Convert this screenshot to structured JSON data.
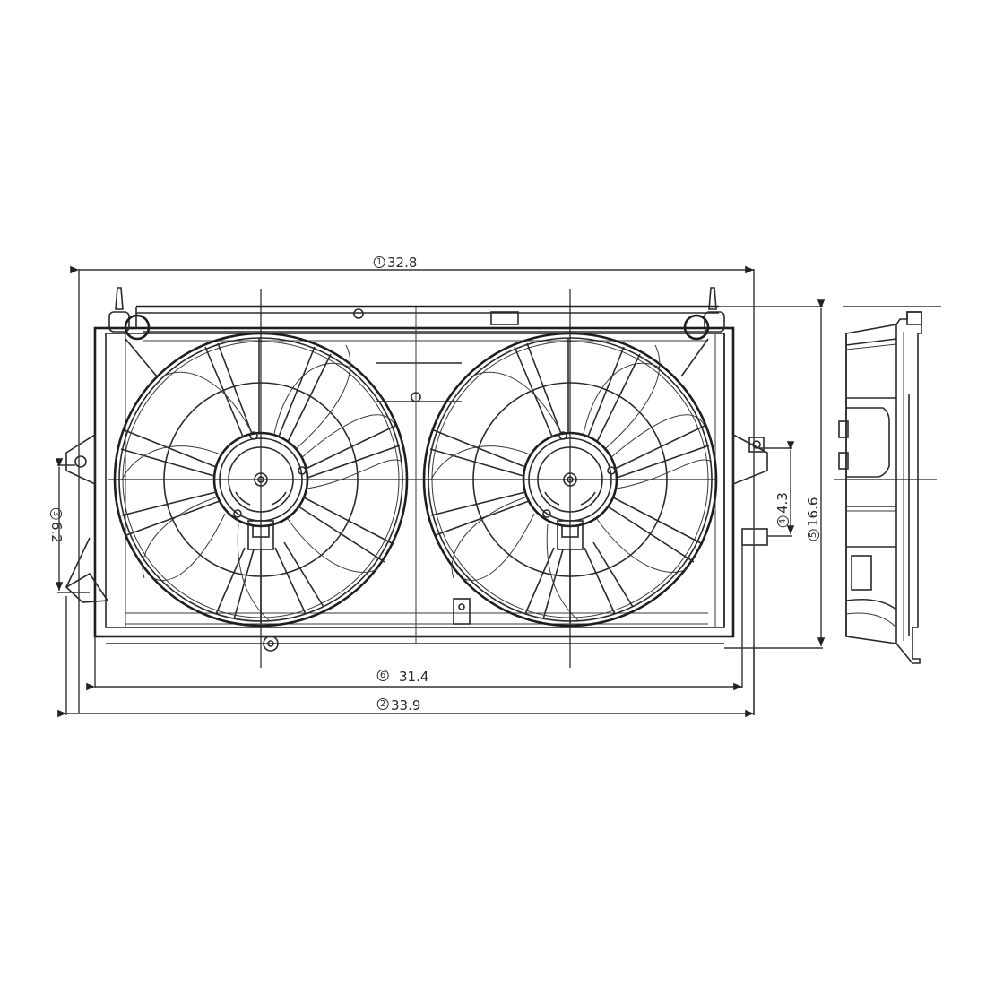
{
  "drawing": {
    "subject": "Dual radiator cooling fan assembly",
    "views": [
      "front-view",
      "side-view"
    ],
    "line_color": "#2a2a2a",
    "background": "#ffffff"
  },
  "dimensions": {
    "overall_top": {
      "marker": "1",
      "value": "32.8"
    },
    "overall_bottom": {
      "marker": "2",
      "value": "33.9"
    },
    "left_mount": {
      "marker": "3",
      "value": "6.2"
    },
    "right_mount": {
      "marker": "4",
      "value": "4.3"
    },
    "height": {
      "marker": "5",
      "value": "16.6"
    },
    "shroud_width": {
      "marker": "6",
      "value": "31.4"
    }
  }
}
